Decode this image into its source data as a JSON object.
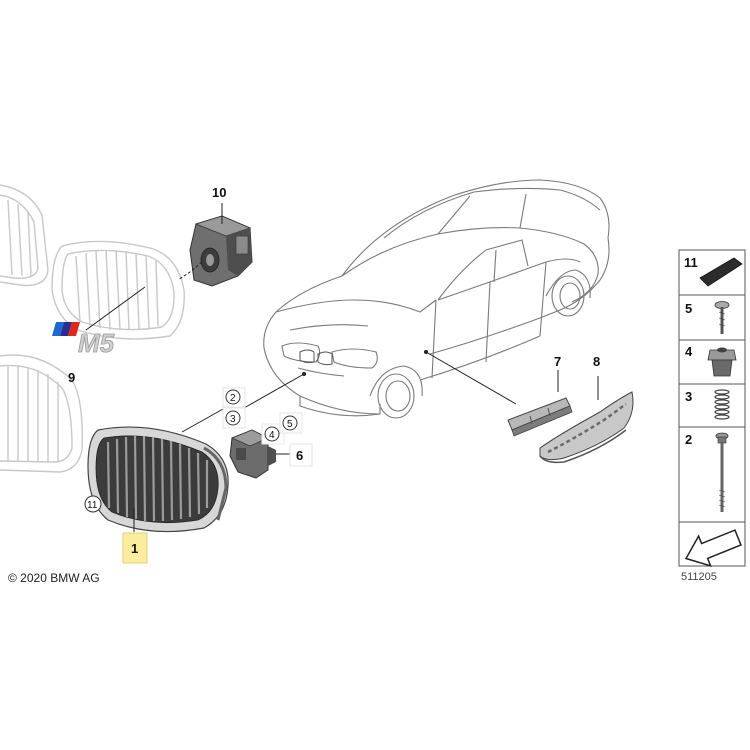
{
  "callouts": {
    "c1": "1",
    "c2": "2",
    "c3": "3",
    "c4": "4",
    "c5": "5",
    "c6": "6",
    "c7": "7",
    "c8": "8",
    "c9": "9",
    "c10": "10",
    "c11": "11"
  },
  "badge_text": "M5",
  "legend": {
    "items": [
      "11",
      "5",
      "4",
      "3",
      "2"
    ]
  },
  "copyright": "© 2020 BMW AG",
  "diagram_number": "511205",
  "colors": {
    "highlight": "#fbec9e",
    "line": "#222222",
    "ghost": "#c4c4c4",
    "part_dark": "#555555"
  }
}
